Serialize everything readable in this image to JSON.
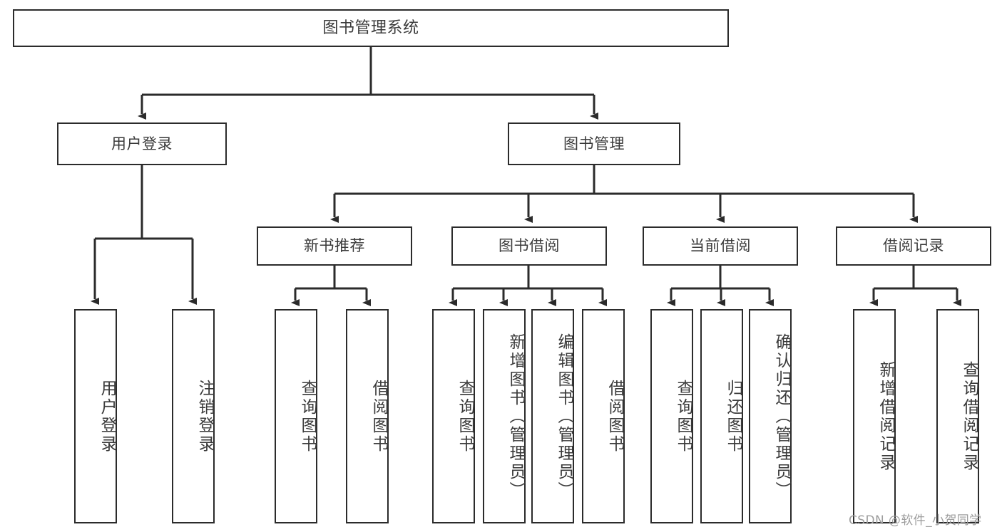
{
  "diagram": {
    "title": "图书管理系统",
    "type": "functional-decomposition-tree",
    "root": {
      "label": "图书管理系统"
    },
    "level1": [
      {
        "label": "用户登录"
      },
      {
        "label": "图书管理"
      }
    ],
    "level2": [
      {
        "label": "新书推荐"
      },
      {
        "label": "图书借阅"
      },
      {
        "label": "当前借阅"
      },
      {
        "label": "借阅记录"
      }
    ],
    "leaves": {
      "user_login": [
        {
          "label": "用户登录"
        },
        {
          "label": "注销登录"
        }
      ],
      "new_book_recommend": [
        {
          "label": "查询图书"
        },
        {
          "label": "借阅图书"
        }
      ],
      "book_borrow": [
        {
          "label": "查询图书"
        },
        {
          "label": "新增图书（管理员）"
        },
        {
          "label": "编辑图书（管理员）"
        },
        {
          "label": "借阅图书"
        }
      ],
      "current_borrow": [
        {
          "label": "查询图书"
        },
        {
          "label": "归还图书"
        },
        {
          "label": "确认归还（管理员）"
        }
      ],
      "borrow_record": [
        {
          "label": "新增借阅记录"
        },
        {
          "label": "查询借阅记录"
        }
      ]
    }
  },
  "watermark": {
    "text": "CSDN @软件_小贺同学"
  },
  "colors": {
    "stroke": "#2b2b2b",
    "text": "#3a3a3a",
    "background": "#ffffff",
    "watermark": "#9d9d9d"
  }
}
